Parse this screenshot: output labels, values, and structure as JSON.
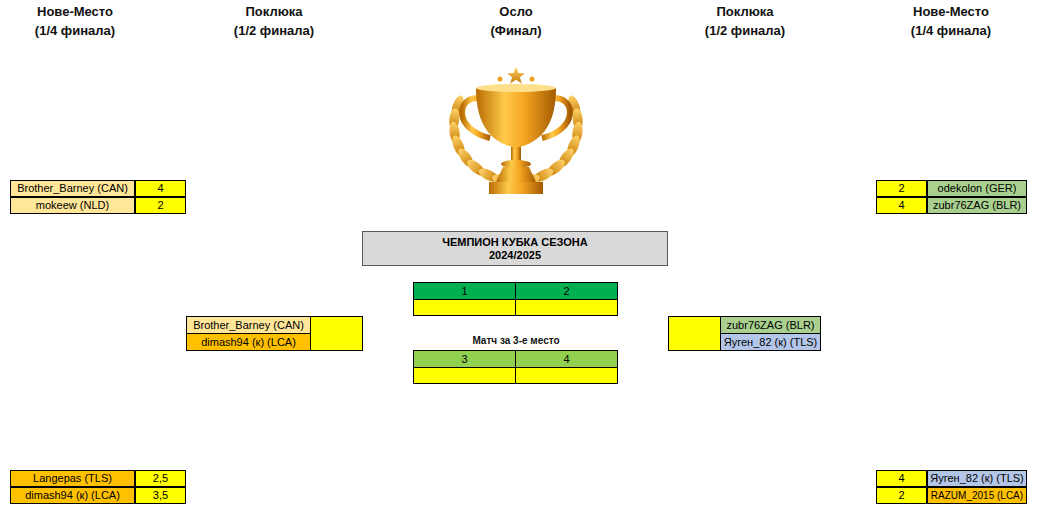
{
  "diagram": {
    "nodes": [
      {
        "text": [
          "Brother_Barney (CAN)"
        ]
      },
      {
        "text": [
          "4"
        ]
      },
      {
        "text": [
          "mokeew (NLD)"
        ]
      },
      {
        "text": [
          "2"
        ]
      },
      {
        "text": [
          "2"
        ]
      },
      {
        "text": [
          "odekolon (GER)"
        ]
      },
      {
        "text": [
          "4"
        ]
      },
      {
        "text": [
          "zubr76ZAG (BLR)"
        ]
      },
      {
        "text": [
          "ЧЕМПИОН КУБКА СЕЗОНА",
          "2024/2025"
        ]
      },
      {
        "text": [
          "1"
        ]
      },
      {
        "text": [
          "2"
        ]
      },
      {
        "text": [
          "Brother_Barney (CAN)"
        ]
      },
      {
        "text": [
          "zubr76ZAG (BLR)"
        ]
      },
      {
        "text": [
          "dimash94 (к) (LCA)"
        ]
      },
      {
        "text": [
          "Яуген_82 (к) (TLS)"
        ]
      },
      {
        "text": [
          "3"
        ]
      },
      {
        "text": [
          "4"
        ]
      },
      {
        "text": [
          "Langepas (TLS)"
        ]
      },
      {
        "text": [
          "2,5"
        ]
      },
      {
        "text": [
          "4"
        ]
      },
      {
        "text": [
          "Яуген_82 (к) (TLS)"
        ]
      },
      {
        "text": [
          "dimash94 (к) (LCA)"
        ]
      },
      {
        "text": [
          "3,5"
        ]
      },
      {
        "text": [
          "2"
        ]
      },
      {
        "text": [
          "RAZUM_2015 (LCA)"
        ]
      }
    ],
    "labels": [
      "Нове-Место",
      "(1/4 финала)",
      "Поклюка",
      "(1/2 финала)",
      "Осло",
      "(Финал)",
      "Поклюка",
      "(1/2 финала)",
      "Нове-Место",
      "(1/4 финала)",
      "Матч за 3-е место"
    ]
  }
}
